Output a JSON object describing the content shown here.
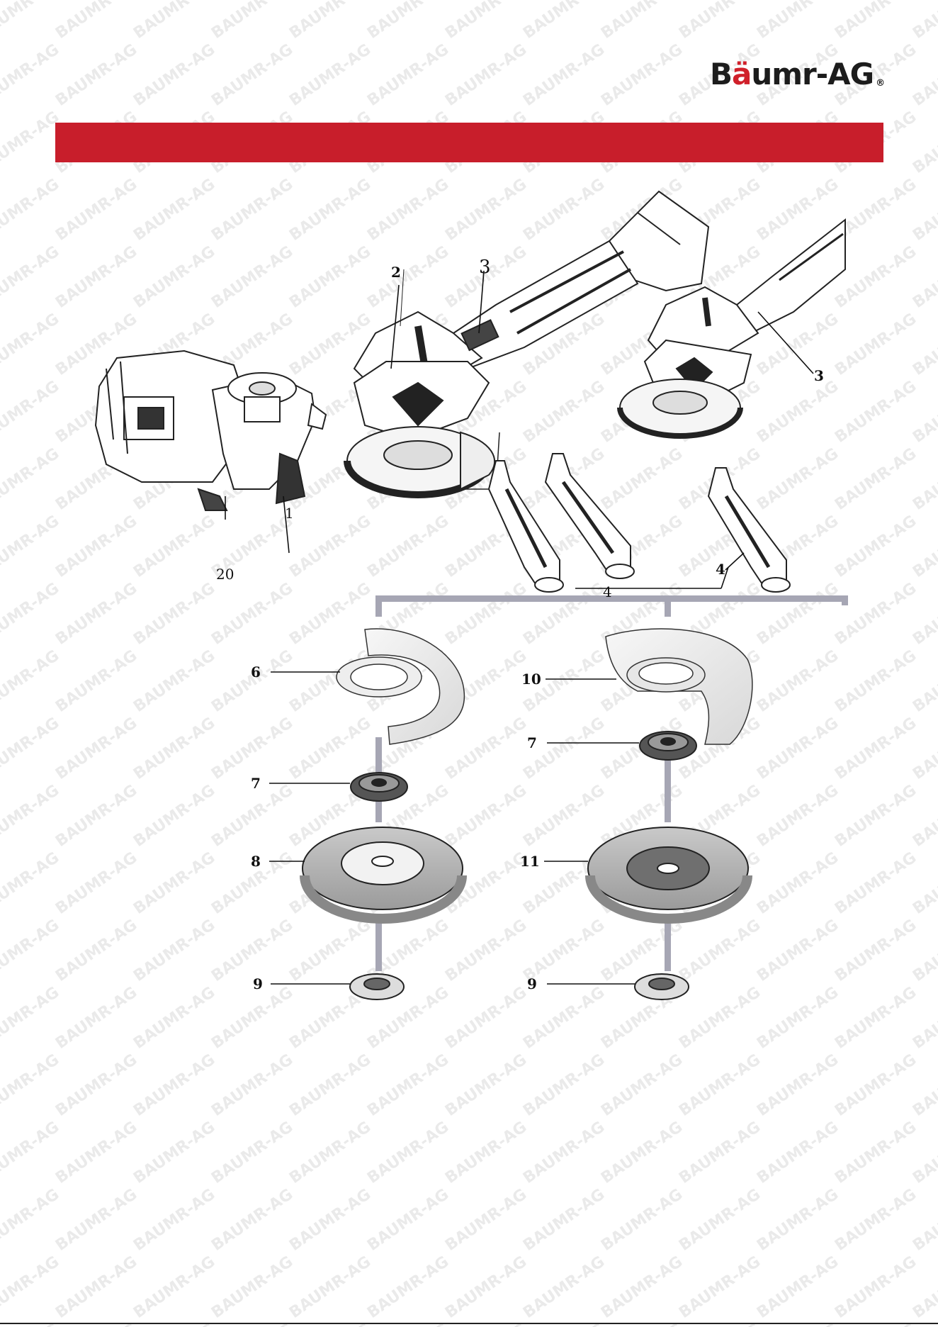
{
  "brand": {
    "name_prefix": "B",
    "name_umlaut": "ä",
    "name_suffix": "umr-AG",
    "registered": "®",
    "accent": "#c81e2b"
  },
  "watermark": {
    "text": "BAUMR-AG"
  },
  "footer": {
    "text": ""
  },
  "labels": {
    "n1": "1",
    "n2": "2",
    "n3a": "3",
    "n3b": "3",
    "n4a": "4",
    "n4b": "4",
    "n6": "6",
    "n7a": "7",
    "n7b": "7",
    "n8": "8",
    "n9a": "9",
    "n9b": "9",
    "n10": "10",
    "n11": "11",
    "n20": "20"
  }
}
